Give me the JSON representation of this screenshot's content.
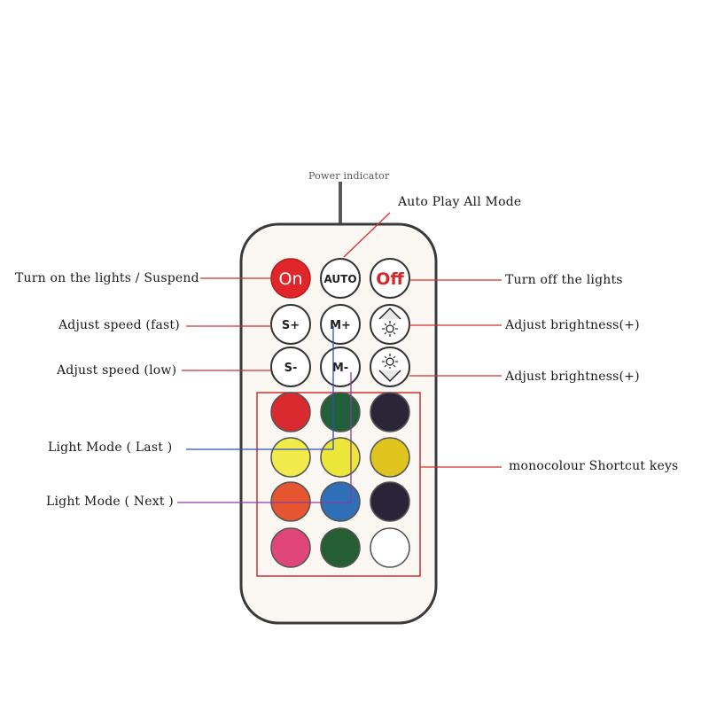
{
  "labels": {
    "power_indicator": "Power indicator",
    "auto_play": "Auto Play All Mode",
    "turn_on": "Turn on the lights / Suspend",
    "turn_off": "Turn off the lights",
    "speed_fast": "Adjust speed (fast)",
    "speed_low": "Adjust speed (low)",
    "brightness_up": "Adjust brightness(+)",
    "brightness_down": "Adjust brightness(+)",
    "light_mode_last": "Light Mode ( Last )",
    "light_mode_next": "Light Mode ( Next )",
    "mono_keys": "monocolour Shortcut keys"
  },
  "buttons": {
    "on": "On",
    "auto": "AUTO",
    "off": "Off",
    "speed_plus": "S+",
    "mode_plus": "M+",
    "speed_minus": "S-",
    "mode_minus": "M-"
  },
  "colors": {
    "red_line": "#d23030",
    "blue_line": "#2a4fc8",
    "purple_line": "#8a3a9e",
    "on_button": "#e0262a",
    "off_text": "#d8262a",
    "remote_body": "#fbf8f4",
    "remote_outline": "#3a3a3a"
  },
  "color_keys": [
    [
      "#d82a2f",
      "#22603a",
      "#2b2538"
    ],
    [
      "#f0ea4a",
      "#ebe638",
      "#dfc41d"
    ],
    [
      "#e45530",
      "#2e6fb8",
      "#2a2438"
    ],
    [
      "#e0467a",
      "#245e32",
      "#ffffff"
    ]
  ]
}
